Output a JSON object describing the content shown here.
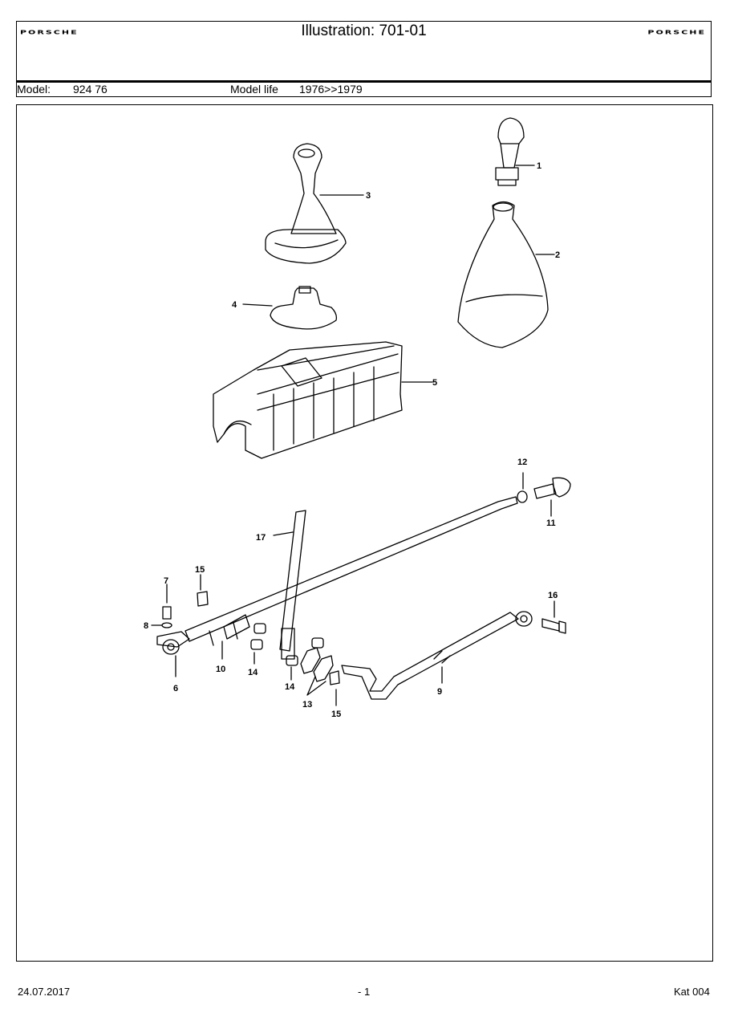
{
  "header": {
    "brand_left": "PORSCHE",
    "brand_right": "PORSCHE",
    "title": "Illustration: 701-01",
    "model_label": "Model:",
    "model_value": "924 76",
    "model_life_label": "Model life",
    "model_life_value": "1976>>1979"
  },
  "callouts": [
    "1",
    "2",
    "3",
    "4",
    "5",
    "6",
    "7",
    "8",
    "9",
    "10",
    "11",
    "12",
    "13",
    "14",
    "14",
    "15",
    "15",
    "16",
    "17"
  ],
  "footer": {
    "date": "24.07.2017",
    "page": "- 1",
    "catalog": "Kat 004"
  }
}
